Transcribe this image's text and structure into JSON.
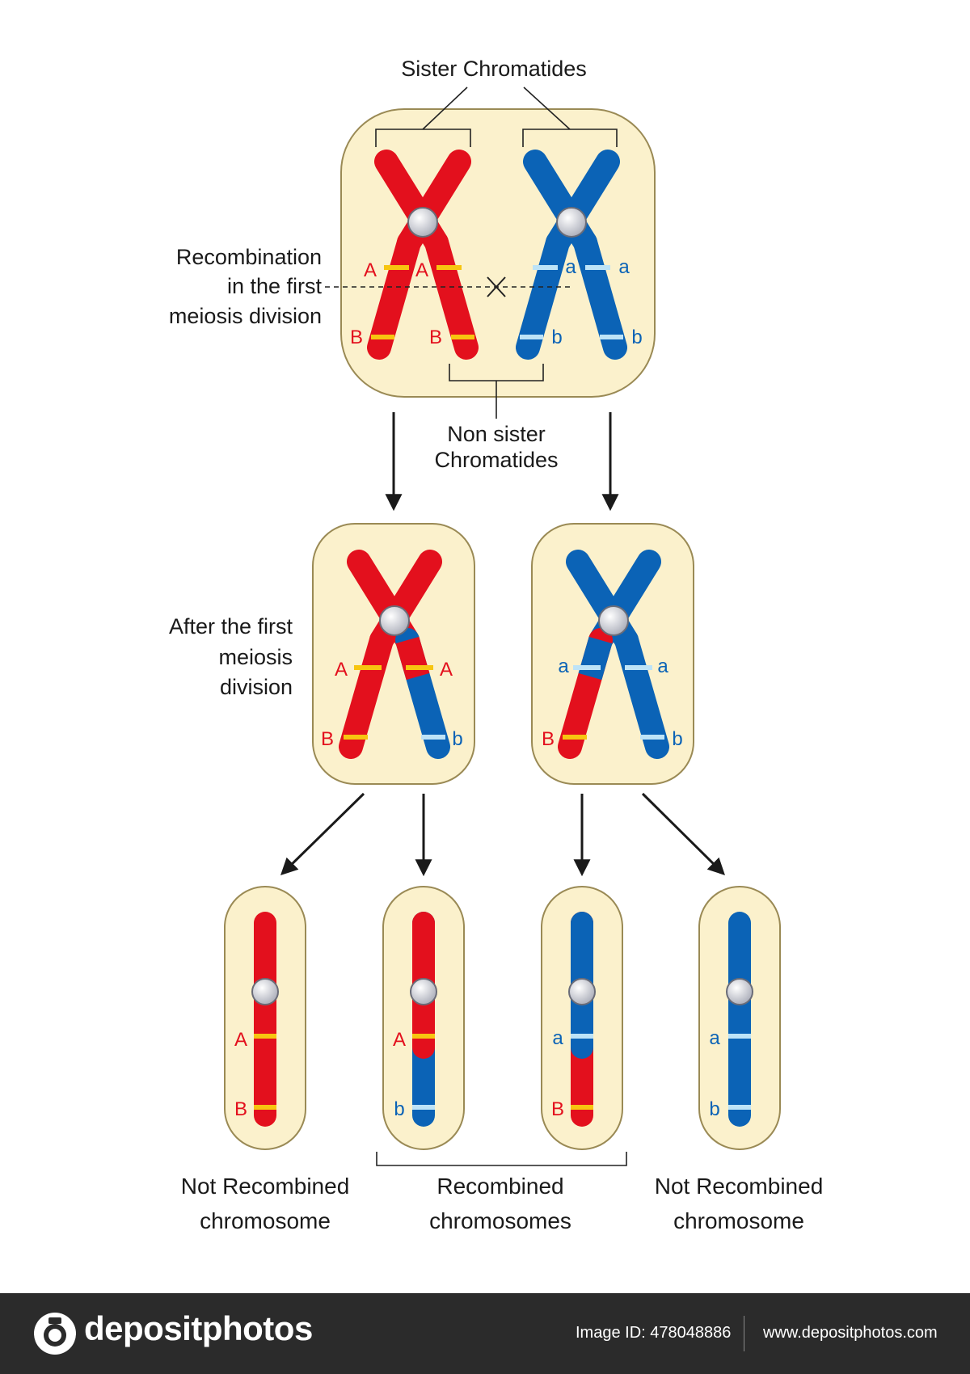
{
  "labels": {
    "sister_chromatides": "Sister Chromatides",
    "recombination_line1": "Recombination",
    "recombination_line2": "in the first",
    "recombination_line3": "meiosis division",
    "non_sister_line1": "Non sister",
    "non_sister_line2": "Chromatides",
    "after_line1": "After the first",
    "after_line2": "meiosis",
    "after_line3": "division",
    "not_recombined_left_line1": "Not Recombined",
    "not_recombined_left_line2": "chromosome",
    "recombined_line1": "Recombined",
    "recombined_line2": "chromosomes",
    "not_recombined_right_line1": "Not Recombined",
    "not_recombined_right_line2": "chromosome"
  },
  "alleles": {
    "dominant_a": "A",
    "dominant_b": "B",
    "recessive_a": "a",
    "recessive_b": "b"
  },
  "colors": {
    "red": "#e3101d",
    "blue": "#0b63b6",
    "yellow_band": "#f7c510",
    "light_band": "#bde3f7",
    "cell_fill": "#fbf1cc",
    "cell_stroke": "#9a8a55",
    "centromere": "#c9cbd6",
    "footer_bg": "#2b2b2b"
  },
  "footer": {
    "logo": "depositphotos",
    "image_id": "Image ID: 478048886",
    "url": "www.depositphotos.com"
  }
}
